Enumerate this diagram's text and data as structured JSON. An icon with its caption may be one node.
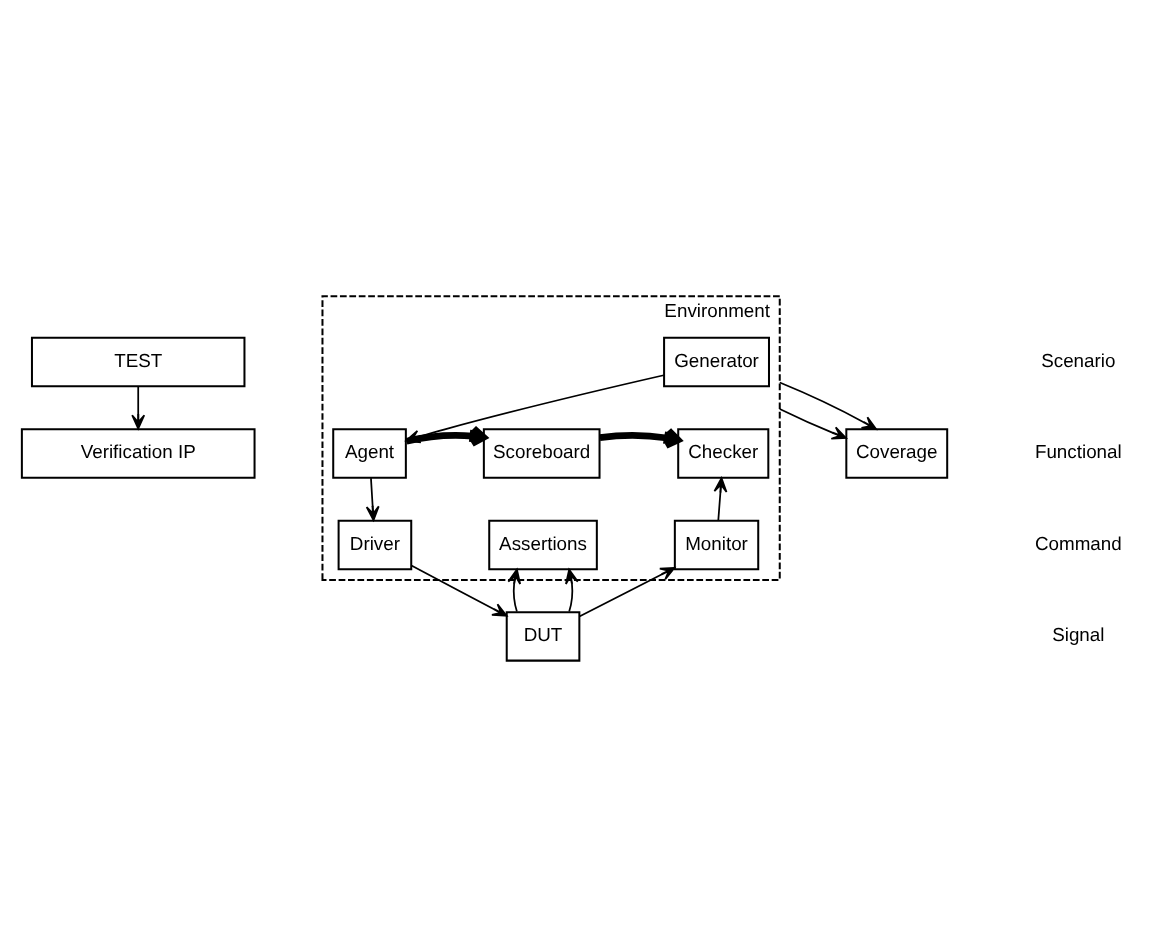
{
  "diagram": {
    "nodes": [
      {
        "text": [
          "TEST"
        ]
      },
      {
        "text": [
          "Verification IP"
        ]
      },
      {
        "text": [
          "Environment"
        ]
      },
      {
        "text": [
          "Generator"
        ],
        "in": 2
      },
      {
        "text": [
          "Agent"
        ],
        "in": 2
      },
      {
        "text": [
          "Scoreboard"
        ],
        "in": 2
      },
      {
        "text": [
          "Checker"
        ],
        "in": 2
      },
      {
        "text": [
          "Driver"
        ],
        "in": 2
      },
      {
        "text": [
          "Assertions"
        ],
        "in": 2
      },
      {
        "text": [
          "Monitor"
        ],
        "in": 2
      },
      {
        "text": [
          "DUT"
        ]
      },
      {
        "text": [
          "Coverage"
        ]
      }
    ],
    "edges": [
      {
        "from": 0,
        "to": 1,
        "arrow": "to"
      },
      {
        "from": 3,
        "to": 4,
        "arrow": "to"
      },
      {
        "from": 4,
        "to": 5,
        "arrow": "to",
        "style": "thick"
      },
      {
        "from": 5,
        "to": 6,
        "arrow": "to",
        "style": "thick"
      },
      {
        "from": 4,
        "to": 7,
        "arrow": "to"
      },
      {
        "from": 9,
        "to": 6,
        "arrow": "to"
      },
      {
        "from": 7,
        "to": 10,
        "arrow": "to"
      },
      {
        "from": 10,
        "to": 8,
        "arrow": "to"
      },
      {
        "from": 10,
        "to": 8,
        "arrow": "to"
      },
      {
        "from": 10,
        "to": 9,
        "arrow": "to"
      },
      {
        "from": 2,
        "to": 11,
        "arrow": "to"
      },
      {
        "from": 2,
        "to": 11,
        "arrow": "to"
      }
    ],
    "labels": [
      "Scenario",
      "Functional",
      "Command",
      "Signal"
    ]
  }
}
